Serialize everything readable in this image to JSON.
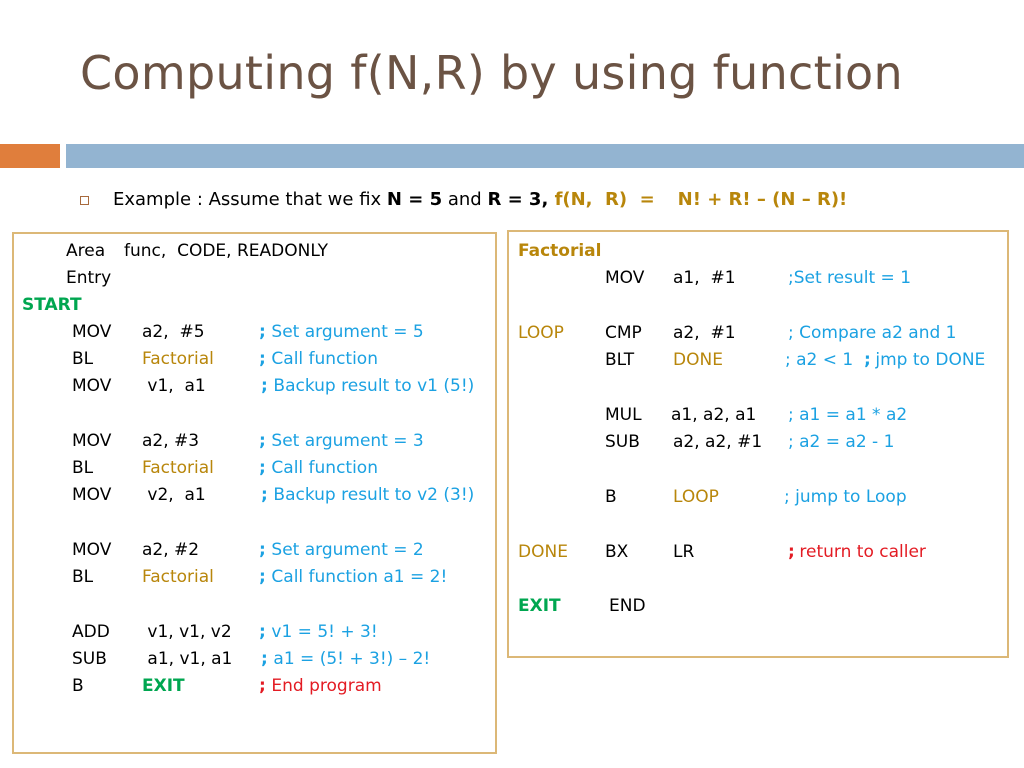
{
  "slide": {
    "title": "Computing f(N,R) by using function",
    "bullet": {
      "prefix": "Example : Assume that we fix ",
      "n_eq": "N = 5",
      "and": " and ",
      "r_eq": "R = 3",
      "comma": ", ",
      "formula_lhs": "f(N,  R)  =",
      "formula_rhs": "N! + R! – (N – R)!"
    }
  },
  "left_code": {
    "area_kw": "Area",
    "area_args": "func,  CODE, READONLY",
    "entry": "Entry",
    "start_label": "START",
    "lines": [
      {
        "op": "MOV",
        "args": "a2,  #5",
        "comment_semi": ";",
        "comment": " Set argument = 5"
      },
      {
        "op": "BL",
        "args": "Factorial",
        "comment_semi": ";",
        "comment": " Call function"
      },
      {
        "op": "MOV",
        "args": " v1,  a1",
        "comment_semi": ";",
        "comment": " Backup result to v1 (5!)"
      },
      {
        "op": "MOV",
        "args": "a2, #3",
        "comment_semi": ";",
        "comment": " Set argument = 3"
      },
      {
        "op": "BL",
        "args": "Factorial",
        "comment_semi": ";",
        "comment": " Call function"
      },
      {
        "op": "MOV",
        "args": " v2,  a1",
        "comment_semi": ";",
        "comment": " Backup result to v2 (3!)"
      },
      {
        "op": "MOV",
        "args": "a2, #2",
        "comment_semi": ";",
        "comment": " Set argument = 2"
      },
      {
        "op": "BL",
        "args": "Factorial",
        "comment_semi": ";",
        "comment": " Call function a1 = 2!"
      },
      {
        "op": "ADD",
        "args": " v1, v1, v2",
        "comment_semi": ";",
        "comment": " v1 = 5! + 3!"
      },
      {
        "op": "SUB",
        "args": " a1, v1, a1",
        "comment_semi": ";",
        "comment": " a1 = (5! + 3!) – 2!"
      },
      {
        "op": "B",
        "args": "EXIT",
        "comment_semi": ";",
        "comment": " End program"
      }
    ]
  },
  "right_code": {
    "factorial_label": "Factorial",
    "mov": {
      "op": "MOV",
      "args": "a1,  #1",
      "comment": ";Set result = 1"
    },
    "loop_label": "LOOP",
    "cmp": {
      "op": "CMP",
      "args": "a2,  #1",
      "comment": "; Compare a2 and 1"
    },
    "blt": {
      "op": "BLT",
      "args": "DONE",
      "comment_a": "; a2 < 1",
      "comment_b": ";",
      "comment_c": " jmp to DONE"
    },
    "mul": {
      "op": "MUL",
      "args": "a1, a2, a1",
      "comment": "; a1 = a1 * a2"
    },
    "sub": {
      "op": "SUB",
      "args": "a2, a2, #1",
      "comment": "; a2 = a2 - 1"
    },
    "b": {
      "op": "B",
      "args": "LOOP",
      "comment": "; jump to Loop"
    },
    "done_label": "DONE",
    "bx": {
      "op": "BX",
      "args": "LR",
      "comment_semi": ";",
      "comment": " return to caller"
    },
    "exit_label": "EXIT",
    "end": "END"
  }
}
